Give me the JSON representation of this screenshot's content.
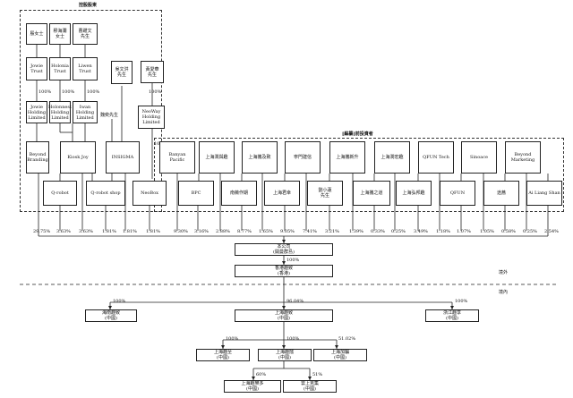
{
  "title": "控股股東",
  "pre_ipo_label": "[編纂]前投資者",
  "regions": {
    "offshore": "境外",
    "domestic": "境內"
  },
  "individuals": [
    {
      "name": "殷女士"
    },
    {
      "name": "穆海瀾\n女士"
    },
    {
      "name": "曹躍文\n先生"
    },
    {
      "name": "吳文洪\n先生"
    },
    {
      "name": "黃愛華\n先生"
    }
  ],
  "trusts": [
    "Jowie\nTrust",
    "Holonia\nTrust",
    "Liwen\nTrust"
  ],
  "holdings": [
    "Jowie\nHolding\nLimited",
    "Holonnest\nHolding\nLimited",
    "Iwan\nHolding\nLimited",
    "NeoWay\nHolding\nLimited"
  ],
  "mr_lu": "魏奕先生",
  "controlling_entities": [
    "Beyond\nBranding",
    "Kiosk Joy",
    "INSIGMA"
  ],
  "controlling_subs": [
    "Q-robot",
    "Q-robot shop",
    "NeoBox"
  ],
  "investors_top": [
    "Banyan\nPacific",
    "上海潤與趣",
    "上海攜及致",
    "寧門建信",
    "上海攜新升",
    "上海潤宏趣",
    "QFUN Tech",
    "Sinoace",
    "Beyond\nMarketing"
  ],
  "investors_bottom": [
    "BPC",
    "南薇作期",
    "上海君幸",
    "劉小蓮\n先生",
    "上海攜之道",
    "上海弘邦趣",
    "QFUN",
    "途蕎",
    "Ai Liang Shan"
  ],
  "percent_level1": [
    "100%",
    "100%",
    "100%"
  ],
  "percent_level2": [
    "100%",
    "100%"
  ],
  "shareholdings": [
    "29.75%",
    "3.63%",
    "3.63%",
    "1.81%",
    "1.81%",
    "1.81%",
    "9.30%",
    "3.16%",
    "2.88%",
    "8.77%",
    "1.65%",
    "9.05%",
    "7.41%",
    "3.21%",
    "1.39%",
    "0.33%",
    "0.25%",
    "3.49%",
    "1.18%",
    "1.07%",
    "1.05%",
    "0.58%",
    "0.25%",
    "2.54%"
  ],
  "company": {
    "name": "本公司",
    "sub": "(開曼群島)"
  },
  "hk_company": {
    "name": "香港趣致",
    "sub": "(香港)",
    "pct": "100%"
  },
  "domestic_row1": [
    {
      "name": "海南趣致",
      "sub": "(中國)",
      "pct": "100%"
    },
    {
      "name": "上海趣致",
      "sub": "(中國)",
      "pct": "96.04%"
    },
    {
      "name": "浙江趣享",
      "sub": "(中國)",
      "pct": "100%"
    }
  ],
  "domestic_row2": [
    {
      "name": "上海趣至",
      "sub": "(中國)",
      "pct": "100%"
    },
    {
      "name": "上海趣擂",
      "sub": "(中國)",
      "pct": "100%"
    },
    {
      "name": "上海加騙",
      "sub": "(中國)",
      "pct": "51.02%"
    }
  ],
  "domestic_row3": [
    {
      "name": "上海趣樂多",
      "sub": "(中國)",
      "pct": "60%"
    },
    {
      "name": "雲上克集",
      "sub": "(中國)",
      "pct": "51%"
    }
  ]
}
